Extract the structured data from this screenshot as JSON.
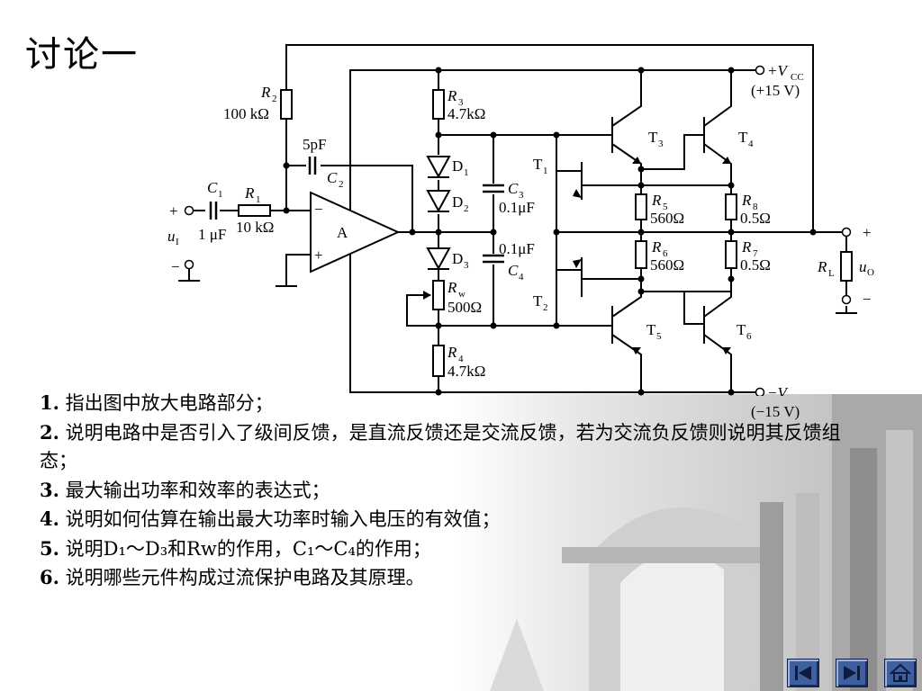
{
  "title": "讨论一",
  "circuit": {
    "labels": {
      "R2_name": "R",
      "R2_sub": "2",
      "R2_val": "100 kΩ",
      "C2_val": "5pF",
      "C2_name": "C",
      "C2_sub": "2",
      "C1_name": "C",
      "C1_sub": "1",
      "C1_val": "1 μF",
      "R1_name": "R",
      "R1_sub": "1",
      "R1_val": "10 kΩ",
      "input_plus": "+",
      "input_minus": "−",
      "ui_name": "u",
      "ui_sub": "I",
      "opamp_name": "A",
      "opamp_minus": "−",
      "opamp_plus": "+",
      "R3_name": "R",
      "R3_sub": "3",
      "R3_val": "4.7kΩ",
      "D1": "D",
      "D1_sub": "1",
      "D2": "D",
      "D2_sub": "2",
      "D3": "D",
      "D3_sub": "3",
      "C3_name": "C",
      "C3_sub": "3",
      "C3_val": "0.1μF",
      "C4_val": "0.1μF",
      "C4_name": "C",
      "C4_sub": "4",
      "Rw_name": "R",
      "Rw_sub": "w",
      "Rw_val": "500Ω",
      "R4_name": "R",
      "R4_sub": "4",
      "R4_val": "4.7kΩ",
      "T1": "T",
      "T1_sub": "1",
      "T2": "T",
      "T2_sub": "2",
      "T3": "T",
      "T3_sub": "3",
      "T4": "T",
      "T4_sub": "4",
      "T5": "T",
      "T5_sub": "5",
      "T6": "T",
      "T6_sub": "6",
      "R5_name": "R",
      "R5_sub": "5",
      "R5_val": "560Ω",
      "R6_name": "R",
      "R6_sub": "6",
      "R6_val": "560Ω",
      "R8_name": "R",
      "R8_sub": "8",
      "R8_val": "0.5Ω",
      "R7_name": "R",
      "R7_sub": "7",
      "R7_val": "0.5Ω",
      "vcc_pos": "+V",
      "vcc_sub": "CC",
      "vcc_pos_val": "(+15 V)",
      "vcc_neg": "−V",
      "vcc_neg_sub": "CC",
      "vcc_neg_val": "(−15 V)",
      "RL_name": "R",
      "RL_sub": "L",
      "uo_name": "u",
      "uo_sub": "O",
      "out_plus": "+",
      "out_minus": "−"
    }
  },
  "questions": [
    {
      "num": "1.",
      "text": " 指出图中放大电路部分；"
    },
    {
      "num": "2.",
      "text": " 说明电路中是否引入了级间反馈，是直流反馈还是交流反馈，若为交流负反馈则说明其反馈组态；"
    },
    {
      "num": "3.",
      "text": "  最大输出功率和效率的表达式；"
    },
    {
      "num": "4.",
      "text": "  说明如何估算在输出最大功率时输入电压的有效值；"
    },
    {
      "num": "5.",
      "text": "  说明D₁～D₃和Rw的作用，C₁～C₄的作用；"
    },
    {
      "num": "6.",
      "text": "  说明哪些元件构成过流保护电路及其原理。"
    }
  ],
  "nav": {
    "prev_icon": "previous-slide-icon",
    "next_icon": "next-slide-icon",
    "home_icon": "home-icon"
  }
}
